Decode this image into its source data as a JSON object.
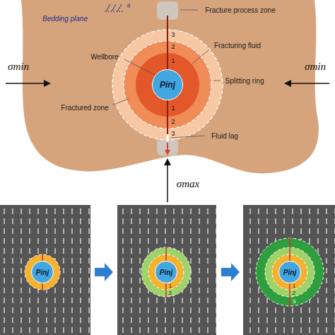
{
  "diagram": {
    "nodes": [
      {
        "text": [
          "Pinj"
        ]
      },
      {
        "text": [
          "Pinj"
        ]
      },
      {
        "text": [
          "Pinj"
        ]
      },
      {
        "text": [
          "Pinj"
        ]
      }
    ],
    "labels": [
      "Bedding plane",
      "θ",
      "Fracture process zone",
      "Wellbore",
      "Fracturing fluid",
      "Splitting ring",
      "Fractured zone",
      "Fluid lag",
      "σmin",
      "σmin",
      "σmax",
      "1",
      "2",
      "3",
      "1",
      "2",
      "3",
      "1",
      "2",
      "1",
      "2",
      "3"
    ]
  }
}
